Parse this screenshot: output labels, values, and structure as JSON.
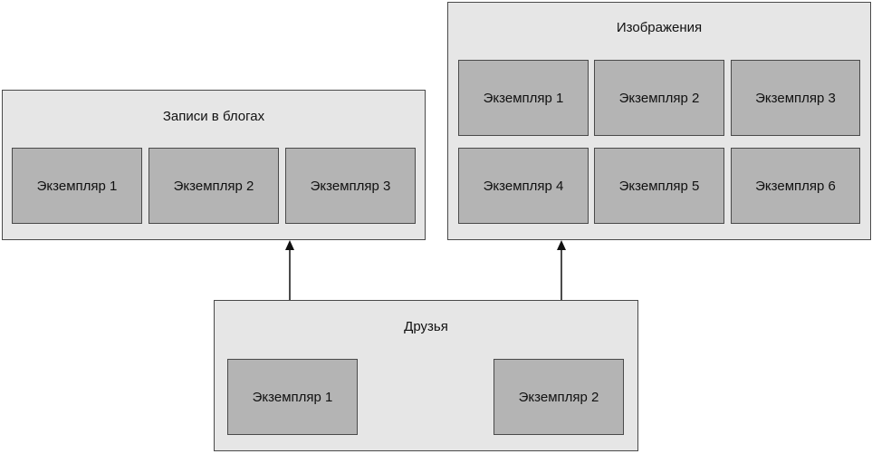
{
  "groups": {
    "blogs": {
      "title": "Записи в блогах",
      "instances": [
        "Экземпляр 1",
        "Экземпляр 2",
        "Экземпляр 3"
      ]
    },
    "images": {
      "title": "Изображения",
      "instances": [
        "Экземпляр 1",
        "Экземпляр 2",
        "Экземпляр 3",
        "Экземпляр 4",
        "Экземпляр 5",
        "Экземпляр 6"
      ]
    },
    "friends": {
      "title": "Друзья",
      "instances": [
        "Экземпляр 1",
        "Экземпляр 2"
      ]
    }
  },
  "connections": [
    {
      "from": "friends",
      "to": "blogs"
    },
    {
      "from": "friends",
      "to": "images"
    }
  ],
  "colors": {
    "group_fill": "#e6e6e6",
    "instance_fill": "#b4b4b4",
    "stroke": "#4a4a4a",
    "arrow": "#111111"
  }
}
